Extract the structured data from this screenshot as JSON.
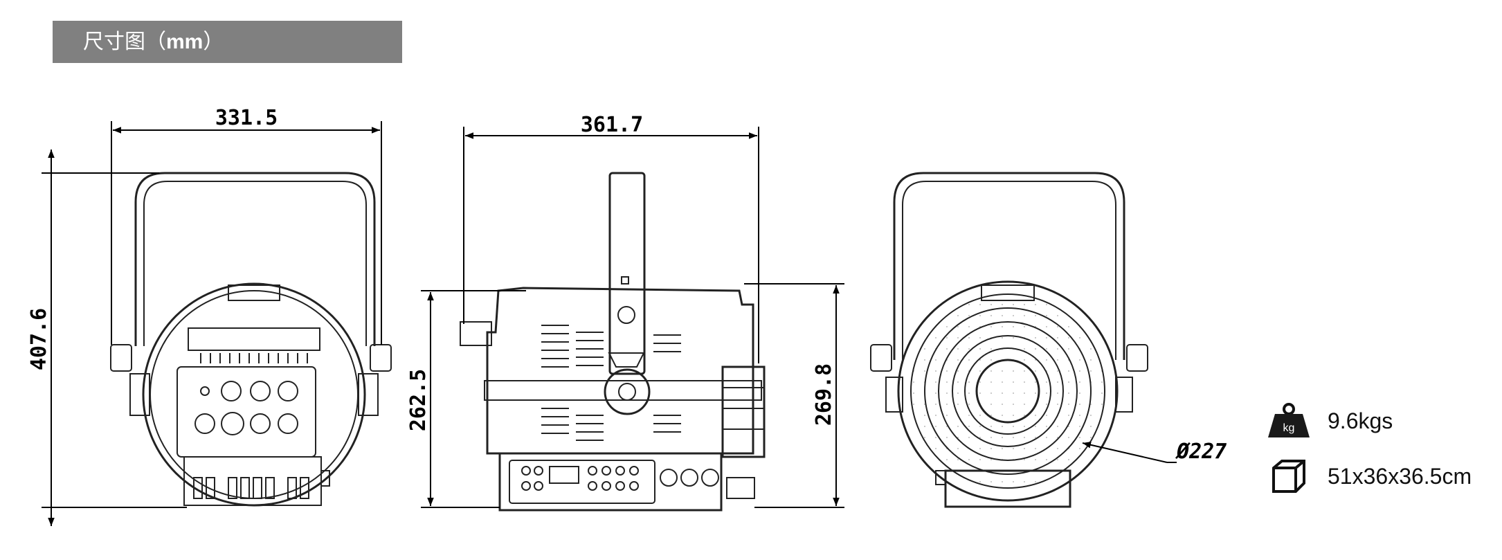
{
  "header": {
    "title": "尺寸图",
    "unit": "mm"
  },
  "views": {
    "front": {
      "width": "331.5",
      "height": "407.6"
    },
    "side": {
      "width": "361.7",
      "left_height": "262.5",
      "right_height": "269.8"
    },
    "back": {
      "diameter": "227",
      "diameter_symbol": "Ø"
    }
  },
  "specs": {
    "weight": {
      "icon": "weight-icon",
      "icon_text": "kg",
      "value": "9.6kgs"
    },
    "package": {
      "icon": "box-icon",
      "value": "51x36x36.5cm"
    }
  }
}
